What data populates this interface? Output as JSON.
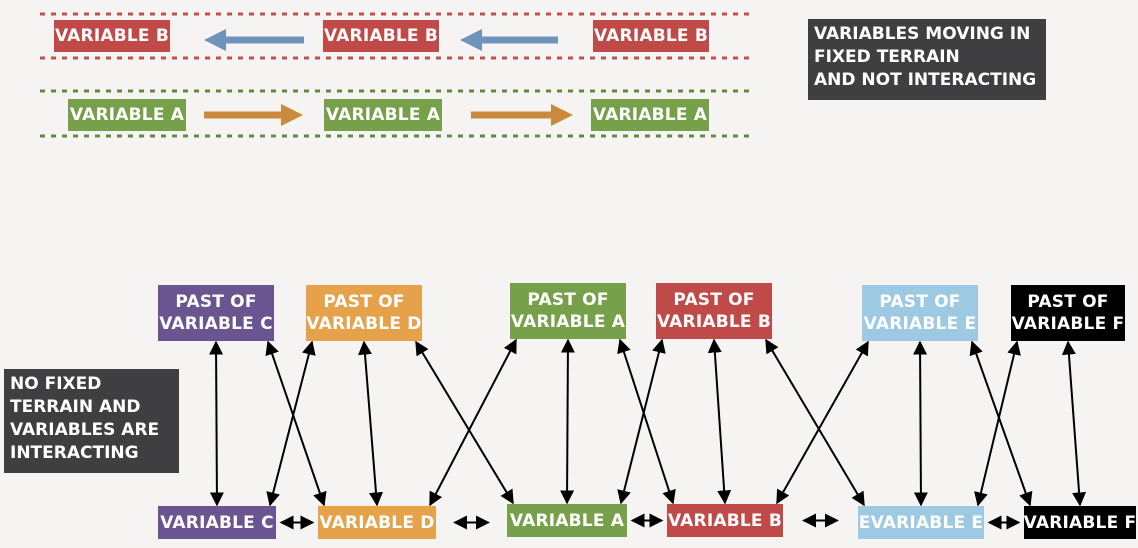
{
  "colors": {
    "background": "#f6f4f2",
    "variable_a": "#76a04a",
    "variable_b": "#c04a47",
    "variable_c": "#6a5590",
    "variable_d": "#e5a24b",
    "variable_e": "#9ec9e3",
    "variable_f": "#000000",
    "arrow_blue": "#6e95b9",
    "arrow_orange": "#c98a3e",
    "lane_red": "#c0504d",
    "lane_green": "#5e8b3e",
    "label_box": "#3f3f41"
  },
  "fixed_terrain": {
    "lane_b": {
      "boxes": [
        "VARIABLE B",
        "VARIABLE B",
        "VARIABLE B"
      ]
    },
    "lane_a": {
      "boxes": [
        "VARIABLE A",
        "VARIABLE A",
        "VARIABLE A"
      ]
    },
    "label": "VARIABLES MOVING IN\nFIXED TERRAIN\nAND NOT INTERACTING"
  },
  "interacting": {
    "label": "NO FIXED\nTERRAIN AND\nVARIABLES ARE\nINTERACTING",
    "past_nodes": [
      {
        "id": "pc",
        "text": "PAST OF\nVARIABLE C",
        "color_key": "variable_c"
      },
      {
        "id": "pd",
        "text": "PAST OF\nVARIABLE D",
        "color_key": "variable_d"
      },
      {
        "id": "pa",
        "text": "PAST OF\nVARIABLE A",
        "color_key": "variable_a"
      },
      {
        "id": "pb",
        "text": "PAST OF\nVARIABLE B",
        "color_key": "variable_b"
      },
      {
        "id": "pe",
        "text": "PAST OF\nVARIABLE E",
        "color_key": "variable_e"
      },
      {
        "id": "pf",
        "text": "PAST OF\nVARIABLE F",
        "color_key": "variable_f"
      }
    ],
    "present_nodes": [
      {
        "id": "c",
        "text": "VARIABLE C",
        "color_key": "variable_c"
      },
      {
        "id": "d",
        "text": "VARIABLE D",
        "color_key": "variable_d"
      },
      {
        "id": "a",
        "text": "VARIABLE A",
        "color_key": "variable_a"
      },
      {
        "id": "b",
        "text": "VARIABLE B",
        "color_key": "variable_b"
      },
      {
        "id": "e",
        "text": "EVARIABLE E",
        "color_key": "variable_e"
      },
      {
        "id": "f",
        "text": "VARIABLE F",
        "color_key": "variable_f"
      }
    ],
    "edges": [
      [
        "pc",
        "c"
      ],
      [
        "pc",
        "d"
      ],
      [
        "pd",
        "c"
      ],
      [
        "pd",
        "d"
      ],
      [
        "pd",
        "a"
      ],
      [
        "pa",
        "d"
      ],
      [
        "pa",
        "a"
      ],
      [
        "pa",
        "b"
      ],
      [
        "pb",
        "a"
      ],
      [
        "pb",
        "b"
      ],
      [
        "pb",
        "e"
      ],
      [
        "pe",
        "b"
      ],
      [
        "pe",
        "e"
      ],
      [
        "pe",
        "f"
      ],
      [
        "pf",
        "e"
      ],
      [
        "pf",
        "f"
      ]
    ],
    "horizontal_edges": [
      [
        "c",
        "d"
      ],
      [
        "d",
        "a"
      ],
      [
        "a",
        "b"
      ],
      [
        "b",
        "e"
      ],
      [
        "e",
        "f"
      ]
    ]
  }
}
